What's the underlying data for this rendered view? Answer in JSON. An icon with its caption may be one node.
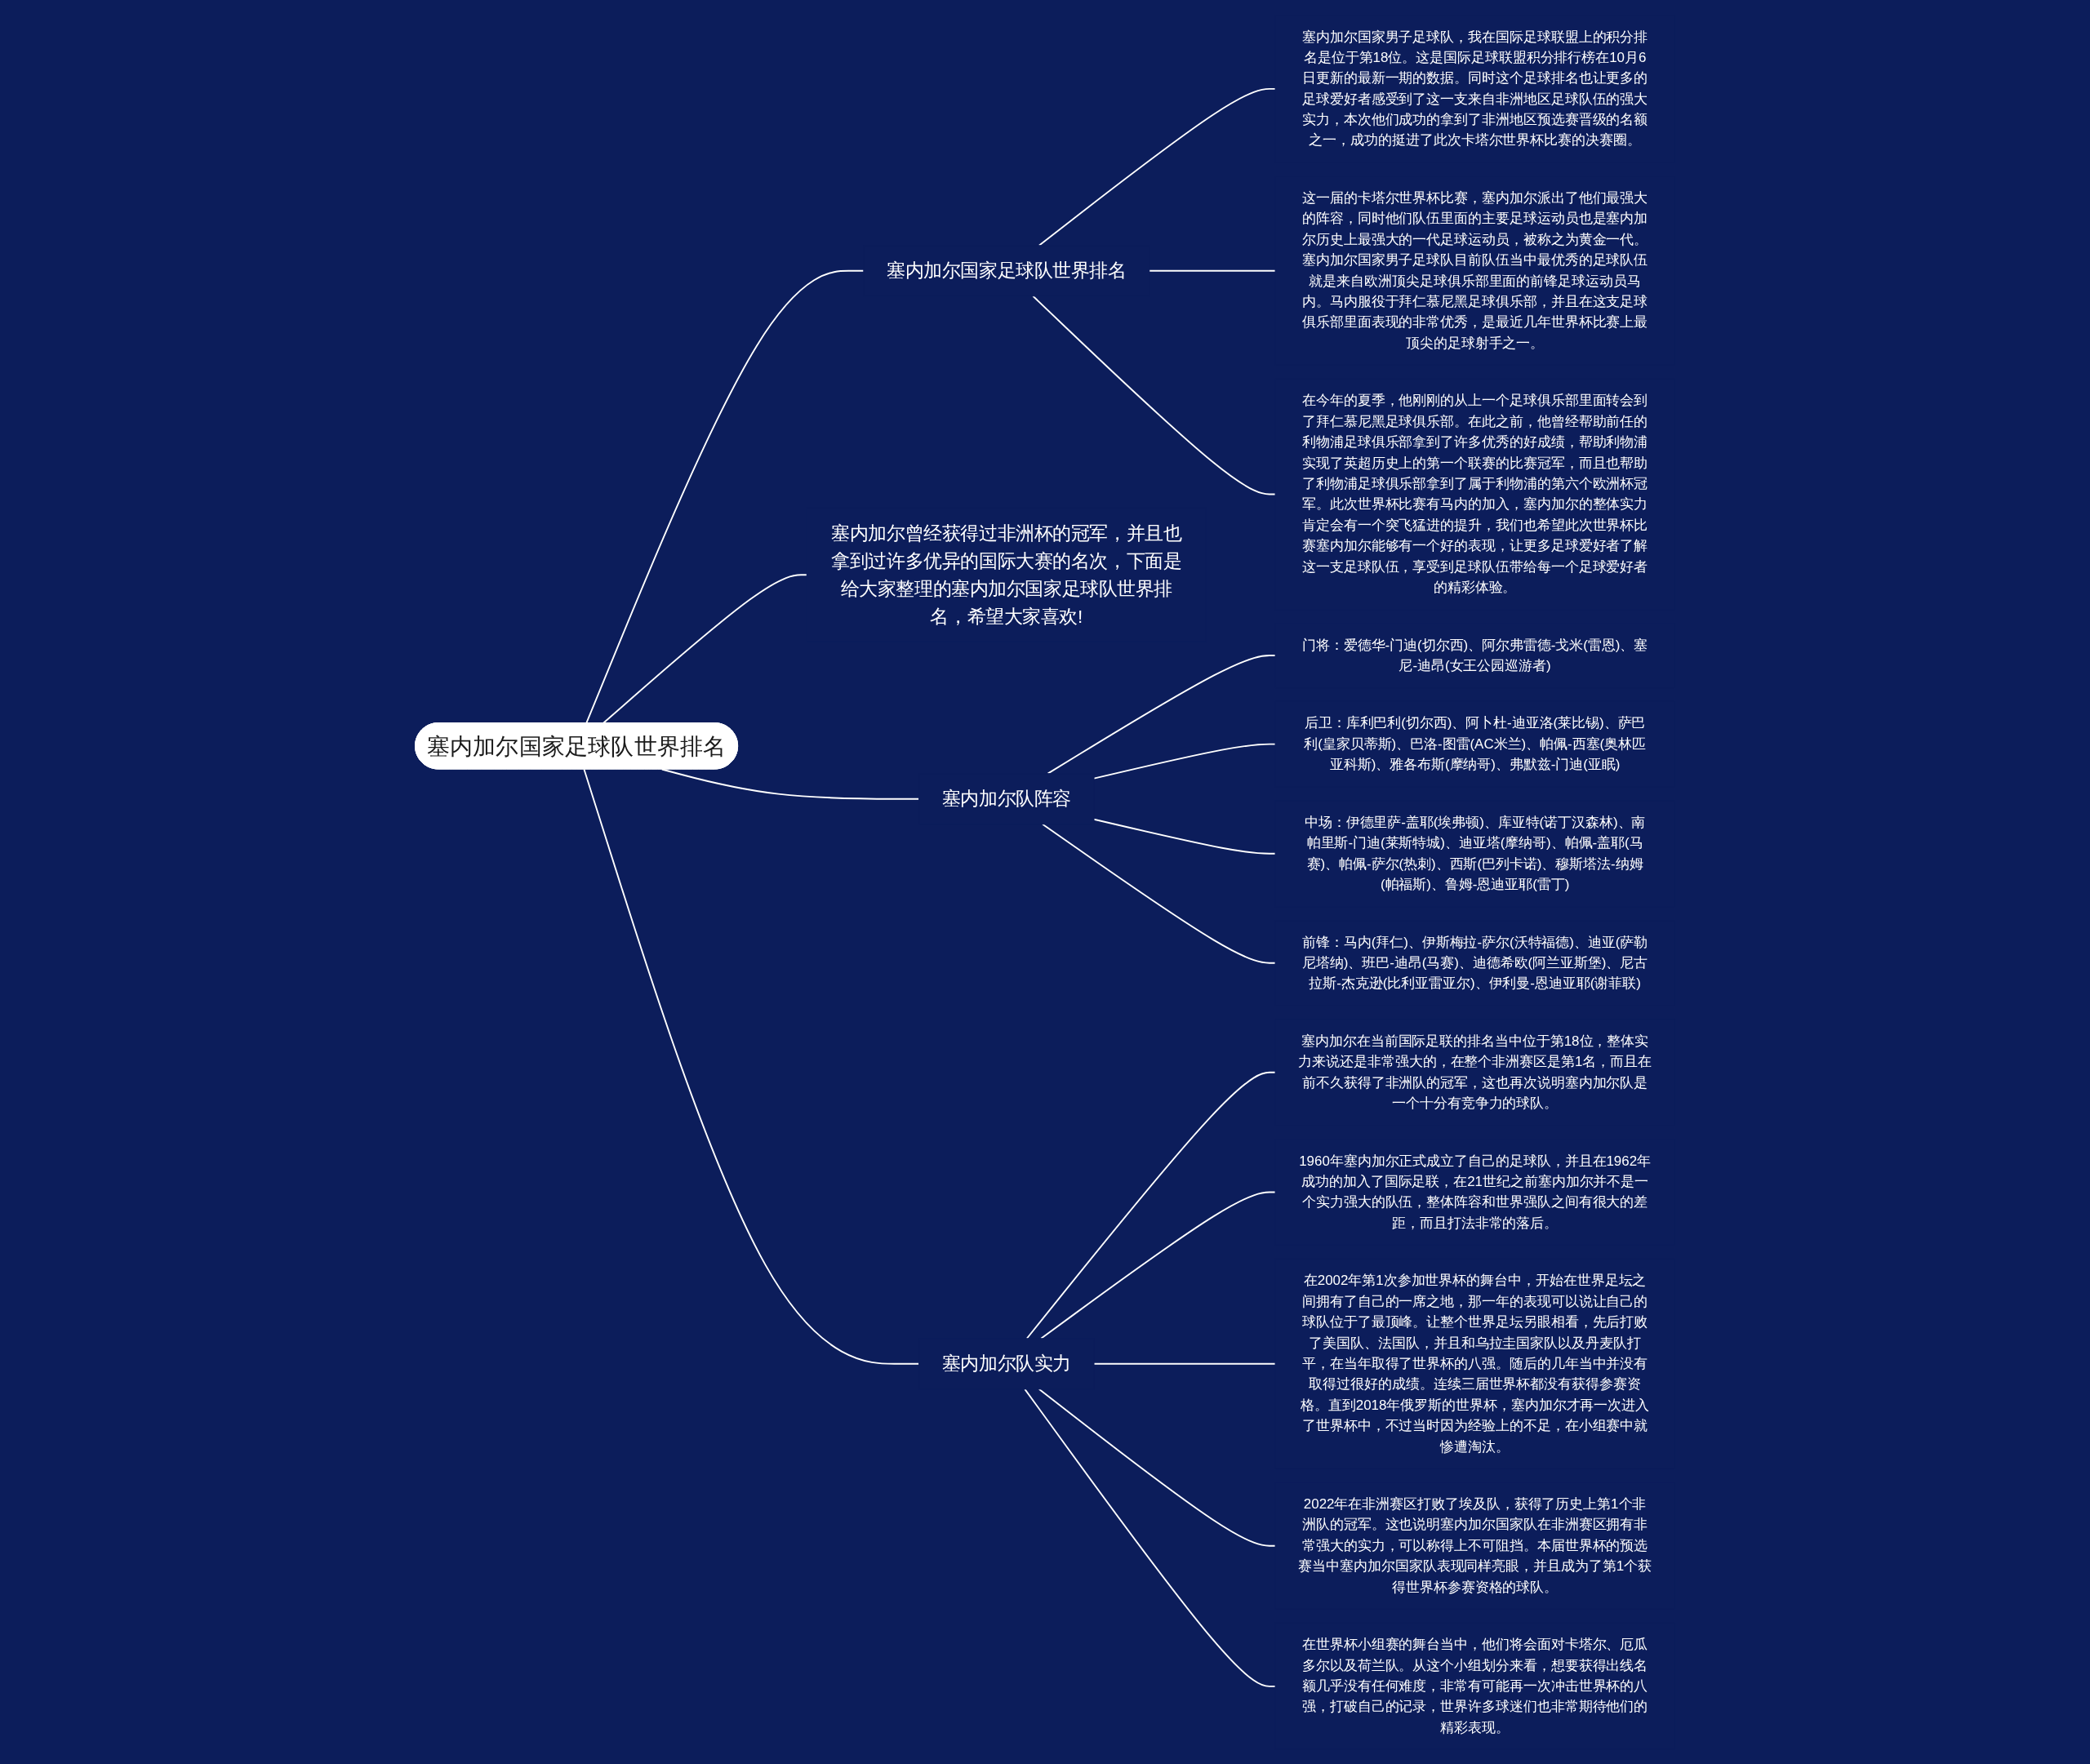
{
  "diagram": {
    "nodes": [
      {
        "text": [
          "塞内加尔国家足球队世界排名"
        ]
      },
      {
        "text": [
          "塞内加尔国家足球队世界排名"
        ]
      },
      {
        "text": [
          "塞内加尔国家男子足球队，我在国际足球联盟上的积分排名是位于第18位。这是国际足球联盟积分排行榜在10月6日更新的最新一期的数据。同时这个足球排名也让更多的足球爱好者感受到了这一支来自非洲地区足球队伍的强大实力，本次他们成功的拿到了非洲地区预选赛晋级的名额之一，成功的挺进了此次卡塔尔世界杯比赛的决赛圈。"
        ]
      },
      {
        "text": [
          "这一届的卡塔尔世界杯比赛，塞内加尔派出了他们最强大的阵容，同时他们队伍里面的主要足球运动员也是塞内加尔历史上最强大的一代足球运动员，被称之为黄金一代。塞内加尔国家男子足球队目前队伍当中最优秀的足球队伍就是来自欧洲顶尖足球俱乐部里面的前锋足球运动员马内。马内服役于拜仁慕尼黑足球俱乐部，并且在这支足球俱乐部里面表现的非常优秀，是最近几年世界杯比赛上最顶尖的足球射手之一。"
        ]
      },
      {
        "text": [
          "在今年的夏季，他刚刚的从上一个足球俱乐部里面转会到了拜仁慕尼黑足球俱乐部。在此之前，他曾经帮助前任的利物浦足球俱乐部拿到了许多优秀的好成绩，帮助利物浦实现了英超历史上的第一个联赛的比赛冠军，而且也帮助了利物浦足球俱乐部拿到了属于利物浦的第六个欧洲杯冠军。此次世界杯比赛有马内的加入，塞内加尔的整体实力肯定会有一个突飞猛进的提升，我们也希望此次世界杯比赛塞内加尔能够有一个好的表现，让更多足球爱好者了解这一支足球队伍，享受到足球队伍带给每一个足球爱好者的精彩体验。"
        ]
      },
      {
        "text": [
          "塞内加尔曾经获得过非洲杯的冠军，并且也拿到过许多优异的国际大赛的名次，下面是给大家整理的塞内加尔国家足球队世界排名，希望大家喜欢!"
        ]
      },
      {
        "text": [
          "塞内加尔队阵容"
        ]
      },
      {
        "text": [
          "门将：爱德华-门迪(切尔西)、阿尔弗雷德-戈米(雷恩)、塞尼-迪昂(女王公园巡游者)"
        ]
      },
      {
        "text": [
          "后卫：库利巴利(切尔西)、阿卜杜-迪亚洛(莱比锡)、萨巴利(皇家贝蒂斯)、巴洛-图雷(AC米兰)、帕佩-西塞(奥林匹亚科斯)、雅各布斯(摩纳哥)、弗默兹-门迪(亚眠)"
        ]
      },
      {
        "text": [
          "中场：伊德里萨-盖耶(埃弗顿)、库亚特(诺丁汉森林)、南帕里斯-门迪(莱斯特城)、迪亚塔(摩纳哥)、帕佩-盖耶(马赛)、帕佩-萨尔(热刺)、西斯(巴列卡诺)、穆斯塔法-纳姆(帕福斯)、鲁姆-恩迪亚耶(雷丁)"
        ]
      },
      {
        "text": [
          "前锋：马内(拜仁)、伊斯梅拉-萨尔(沃特福德)、迪亚(萨勒尼塔纳)、班巴-迪昂(马赛)、迪德希欧(阿兰亚斯堡)、尼古拉斯-杰克逊(比利亚雷亚尔)、伊利曼-恩迪亚耶(谢菲联)"
        ]
      },
      {
        "text": [
          "塞内加尔队实力"
        ]
      },
      {
        "text": [
          "塞内加尔在当前国际足联的排名当中位于第18位，整体实力来说还是非常强大的，在整个非洲赛区是第1名，而且在前不久获得了非洲队的冠军，这也再次说明塞内加尔队是一个十分有竞争力的球队。"
        ]
      },
      {
        "text": [
          "1960年塞内加尔正式成立了自己的足球队，并且在1962年成功的加入了国际足联，在21世纪之前塞内加尔并不是一个实力强大的队伍，整体阵容和世界强队之间有很大的差距，而且打法非常的落后。"
        ]
      },
      {
        "text": [
          "在2002年第1次参加世界杯的舞台中，开始在世界足坛之间拥有了自己的一席之地，那一年的表现可以说让自己的球队位于了最顶峰。让整个世界足坛另眼相看，先后打败了美国队、法国队，并且和乌拉圭国家队以及丹麦队打平，在当年取得了世界杯的八强。随后的几年当中并没有取得过很好的成绩。连续三届世界杯都没有获得参赛资格。直到2018年俄罗斯的世界杯，塞内加尔才再一次进入了世界杯中，不过当时因为经验上的不足，在小组赛中就惨遭淘汰。"
        ]
      },
      {
        "text": [
          "2022年在非洲赛区打败了埃及队，获得了历史上第1个非洲队的冠军。这也说明塞内加尔国家队在非洲赛区拥有非常强大的实力，可以称得上不可阻挡。本届世界杯的预选赛当中塞内加尔国家队表现同样亮眼，并且成为了第1个获得世界杯参赛资格的球队。"
        ]
      },
      {
        "text": [
          "在世界杯小组赛的舞台当中，他们将会面对卡塔尔、厄瓜多尔以及荷兰队。从这个小组划分来看，想要获得出线名额几乎没有任何难度，非常有可能再一次冲击世界杯的八强，打破自己的记录，世界许多球迷们也非常期待他们的精彩表现。"
        ]
      }
    ],
    "edges": [
      {
        "from": 0,
        "to": 1,
        "arrow": "none"
      },
      {
        "from": 1,
        "to": 2,
        "arrow": "none"
      },
      {
        "from": 1,
        "to": 3,
        "arrow": "none"
      },
      {
        "from": 1,
        "to": 4,
        "arrow": "none"
      },
      {
        "from": 0,
        "to": 5,
        "arrow": "none"
      },
      {
        "from": 0,
        "to": 6,
        "arrow": "none"
      },
      {
        "from": 6,
        "to": 7,
        "arrow": "none"
      },
      {
        "from": 6,
        "to": 8,
        "arrow": "none"
      },
      {
        "from": 6,
        "to": 9,
        "arrow": "none"
      },
      {
        "from": 6,
        "to": 10,
        "arrow": "none"
      },
      {
        "from": 0,
        "to": 11,
        "arrow": "none"
      },
      {
        "from": 11,
        "to": 12,
        "arrow": "none"
      },
      {
        "from": 11,
        "to": 13,
        "arrow": "none"
      },
      {
        "from": 11,
        "to": 14,
        "arrow": "none"
      },
      {
        "from": 11,
        "to": 15,
        "arrow": "none"
      },
      {
        "from": 11,
        "to": 16,
        "arrow": "none"
      }
    ]
  }
}
